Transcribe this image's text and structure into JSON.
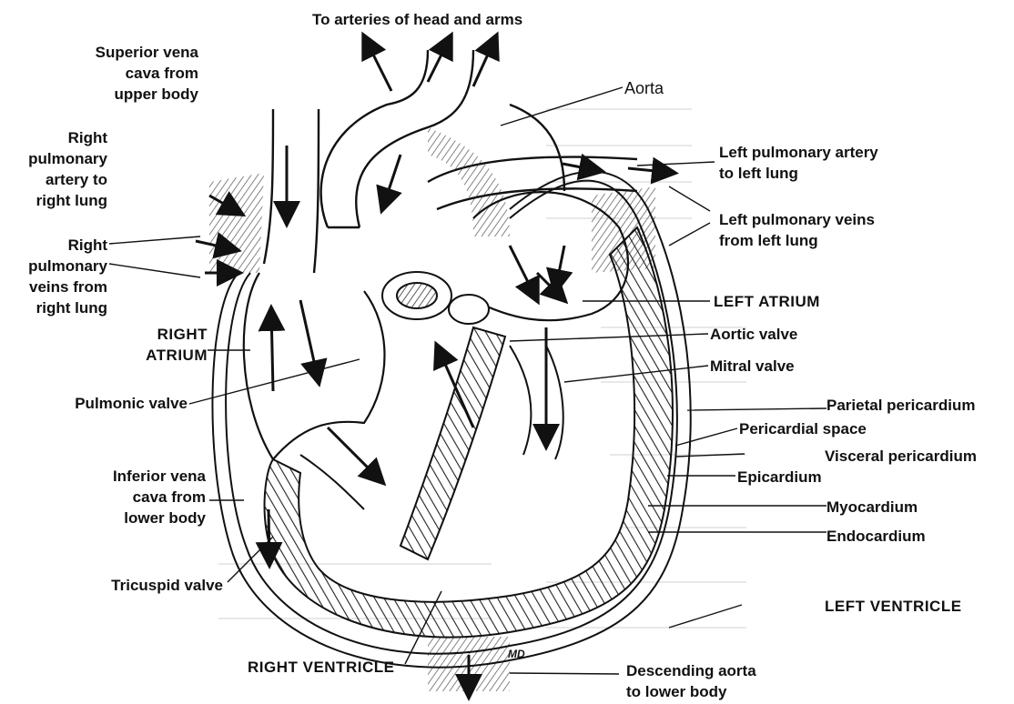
{
  "labels": {
    "to_arteries": "To arteries of head and arms",
    "svc": "Superior vena\ncava from\nupper body",
    "aorta": "Aorta",
    "rpa": "Right\npulmonary\nartery to\nright lung",
    "lpa": "Left pulmonary artery\nto left lung",
    "lpv": "Left pulmonary veins\nfrom left lung",
    "rpv": "Right\npulmonary\nveins from\nright lung",
    "left_atrium": "LEFT ATRIUM",
    "right_atrium": "RIGHT\nATRIUM",
    "aortic_valve": "Aortic valve",
    "mitral_valve": "Mitral valve",
    "pulmonic_valve": "Pulmonic valve",
    "parietal": "Parietal pericardium",
    "pericardial_space": "Pericardial space",
    "visceral": "Visceral pericardium",
    "epicardium": "Epicardium",
    "ivc": "Inferior vena\ncava from\nlower body",
    "myocardium": "Myocardium",
    "endocardium": "Endocardium",
    "tricuspid": "Tricuspid valve",
    "left_ventricle": "LEFT VENTRICLE",
    "right_ventricle": "RIGHT VENTRICLE",
    "descending_aorta": "Descending aorta\nto lower body",
    "signature": "MD"
  }
}
